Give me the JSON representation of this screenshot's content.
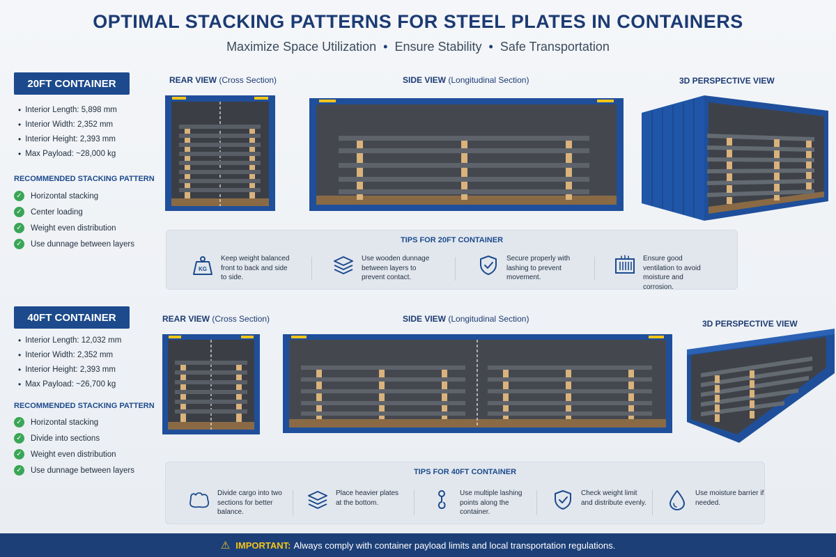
{
  "header": {
    "title": "OPTIMAL STACKING PATTERNS FOR STEEL PLATES IN CONTAINERS",
    "subtitle_parts": [
      "Maximize Space Utilization",
      "Ensure Stability",
      "Safe Transportation"
    ],
    "separator": "•"
  },
  "colors": {
    "brand_blue": "#1c4a8c",
    "container_blue": "#1f4f9a",
    "check_green": "#3aa657",
    "warning_yellow": "#f5c518",
    "footer_bg": "#1c3f78"
  },
  "sections": {
    "ft20": {
      "badge": "20FT CONTAINER",
      "specs": [
        "Interior Length: 5,898 mm",
        "Interior Width: 2,352 mm",
        "Interior Height: 2,393 mm",
        "Max Payload: ~28,000 kg"
      ],
      "recommended_title": "RECOMMENDED STACKING PATTERN",
      "recommended": [
        "Horizontal stacking",
        "Center loading",
        "Weight even distribution",
        "Use dunnage between layers"
      ],
      "rear_view": {
        "main": "REAR VIEW",
        "paren": "(Cross Section)"
      },
      "side_view": {
        "main": "SIDE VIEW",
        "paren": "(Longitudinal Section)"
      },
      "perspective_view": "3D PERSPECTIVE VIEW",
      "tips_title": "TIPS FOR 20FT CONTAINER",
      "tips": [
        {
          "icon": "weight-kg-icon",
          "icon_text": "KG",
          "text": "Keep weight balanced front to back and side to side."
        },
        {
          "icon": "layers-icon",
          "text": "Use wooden dunnage between layers to prevent contact."
        },
        {
          "icon": "shield-check-icon",
          "text": "Secure properly with lashing to prevent movement."
        },
        {
          "icon": "container-vent-icon",
          "text": "Ensure good ventilation to avoid moisture and corrosion."
        }
      ]
    },
    "ft40": {
      "badge": "40FT CONTAINER",
      "specs": [
        "Interior Length: 12,032 mm",
        "Interior Width: 2,352 mm",
        "Interior Height: 2,393 mm",
        "Max Payload: ~26,700 kg"
      ],
      "recommended_title": "RECOMMENDED STACKING PATTERN",
      "recommended": [
        "Horizontal stacking",
        "Divide into sections",
        "Weight even distribution",
        "Use dunnage between layers"
      ],
      "rear_view": {
        "main": "REAR VIEW",
        "paren": "(Cross Section)"
      },
      "side_view": {
        "main": "SIDE VIEW",
        "paren": "(Longitudinal Section)"
      },
      "perspective_view": "3D PERSPECTIVE VIEW",
      "tips_title": "TIPS FOR 40FT CONTAINER",
      "tips": [
        {
          "icon": "balance-sections-icon",
          "text": "Divide cargo into two sections for better balance."
        },
        {
          "icon": "layers-icon",
          "text": "Place heavier plates at the bottom."
        },
        {
          "icon": "lashing-hook-icon",
          "text": "Use multiple lashing points along the container."
        },
        {
          "icon": "shield-check-icon",
          "text": "Check weight limit and distribute evenly."
        },
        {
          "icon": "water-drop-icon",
          "text": "Use moisture barrier if needed."
        }
      ]
    }
  },
  "footer": {
    "icon": "warning-icon",
    "label": "IMPORTANT:",
    "text": "Always comply with container payload limits and local transportation regulations."
  }
}
